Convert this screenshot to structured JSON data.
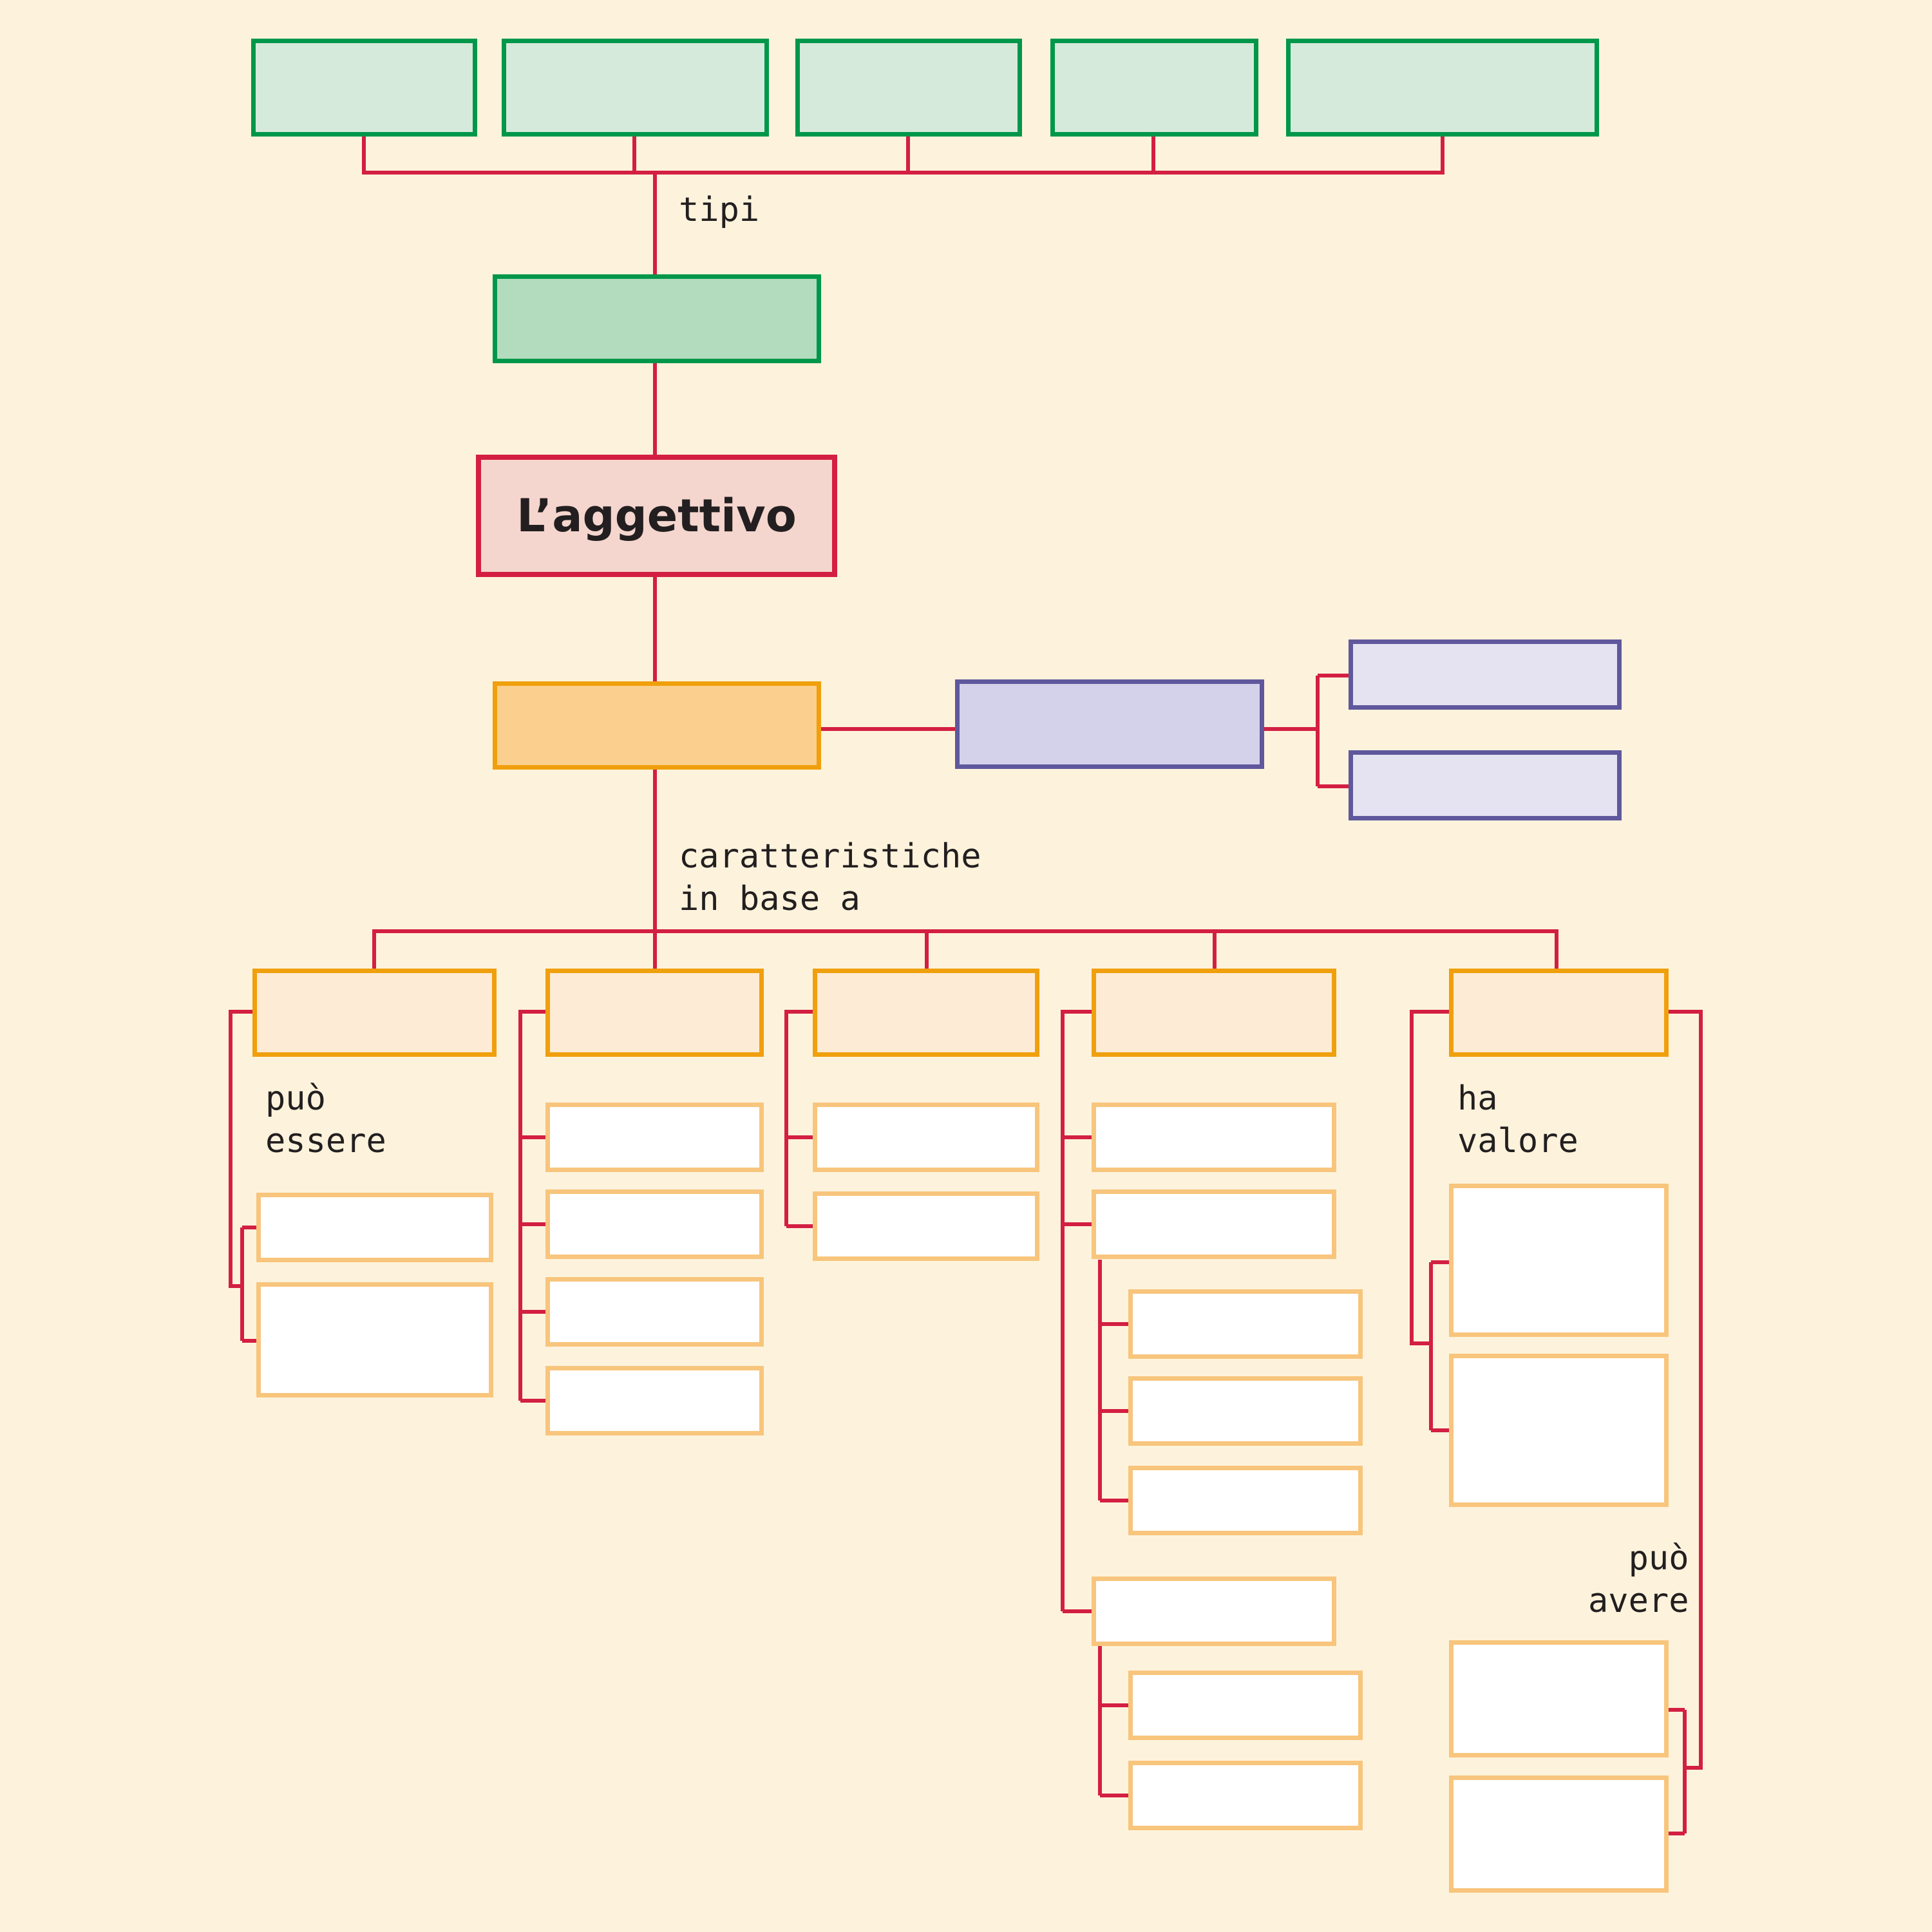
{
  "main_topic": "L’aggettivo",
  "link_labels": {
    "types": "tipi",
    "characteristics": "caratteristiche\nin base a",
    "can_be": "può\nessere",
    "has_value": "ha\nvalore",
    "can_have": "può\navere"
  },
  "colors": {
    "connector": "#d31f42",
    "green": "#00974a",
    "orange": "#f09f0d",
    "purple": "#5f589d",
    "blank_border": "#f8c57d"
  },
  "boxes_text": "all other boxes are empty (fill-in concept map)"
}
